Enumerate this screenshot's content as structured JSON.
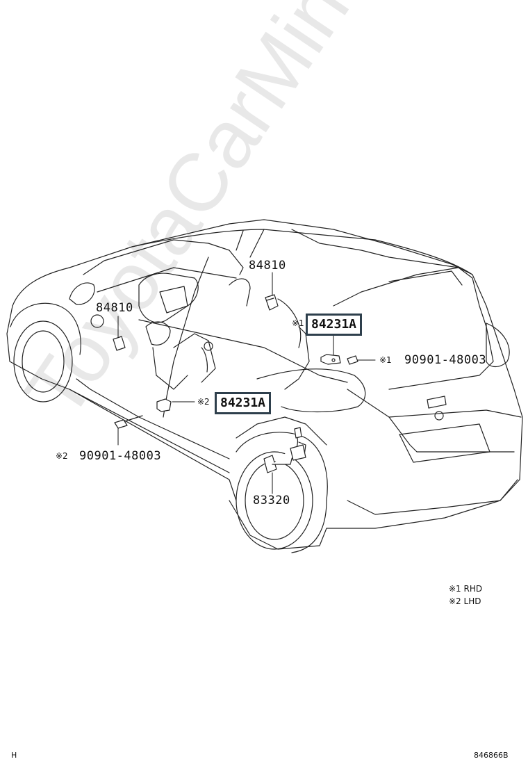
{
  "watermark": "ToyotaCarMine.ru",
  "labels": {
    "p84810_upper": "84810",
    "p84810_left": "84810",
    "p84231a_top": "84231A",
    "p84231a_mid": "84231A",
    "bolt_right": "90901-48003",
    "bolt_left": "90901-48003",
    "p83320": "83320"
  },
  "marks": {
    "mark_top_box": "※1",
    "mark_bolt_right": "※1",
    "mark_mid_box": "※2",
    "mark_bolt_left": "※2"
  },
  "legend": {
    "line1": "※1 RHD",
    "line2": "※2 LHD"
  },
  "corner": {
    "left": "H",
    "right": "846866B"
  }
}
